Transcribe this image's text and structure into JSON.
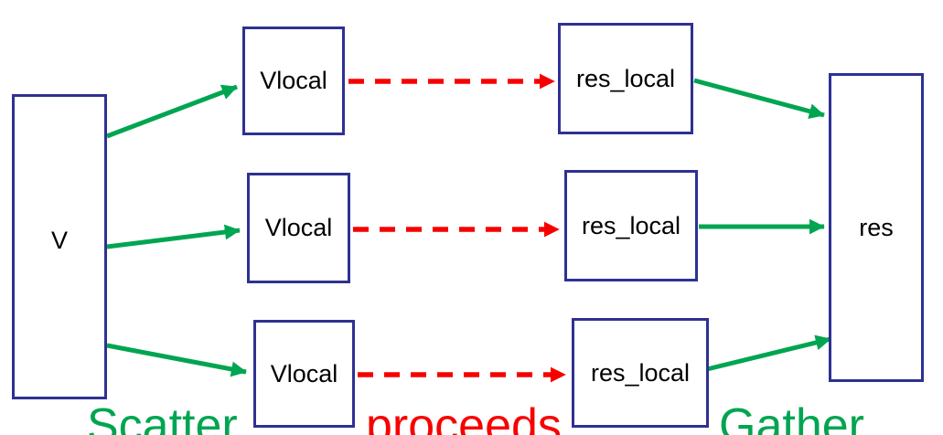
{
  "nodes": {
    "v": {
      "label": "V"
    },
    "vlocal": [
      {
        "label": "Vlocal"
      },
      {
        "label": "Vlocal"
      },
      {
        "label": "Vlocal"
      }
    ],
    "res_local": [
      {
        "label": "res_local"
      },
      {
        "label": "res_local"
      },
      {
        "label": "res_local"
      }
    ],
    "res": {
      "label": "res"
    }
  },
  "captions": {
    "scatter": "Scatter",
    "compute": "proceeds",
    "gather": "Gather"
  },
  "colors": {
    "box_border": "#2e3192",
    "transfer_arrow_green": "#00a551",
    "compute_arrow_red": "#f80000",
    "caption_green": "#00a551",
    "caption_red": "#f80000",
    "divider_black": "#000000"
  }
}
